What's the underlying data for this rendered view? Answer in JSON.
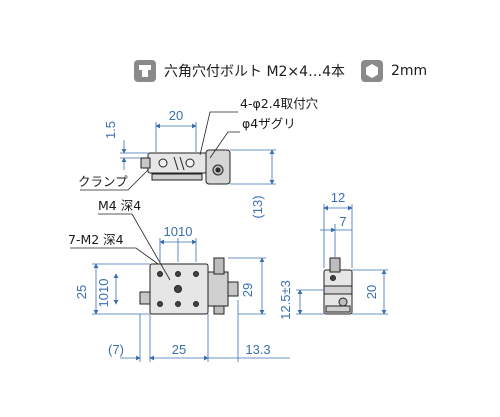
{
  "legend": {
    "bolt_icon": "hex-socket-bolt-icon",
    "bolt_text": "六角穴付ボルト M2×4…4本",
    "wrench_icon": "hex-wrench-icon",
    "wrench_text": "2mm"
  },
  "top_view": {
    "dim_width": "20",
    "dim_offset": "1.5",
    "dim_height": "(13)",
    "hole_note_line1": "4-φ2.4取付穴",
    "hole_note_line2": "φ4ザグリ",
    "clamp_label": "クランプ"
  },
  "front_view": {
    "tap_note_m4": "M4 深4",
    "tap_note_m2": "7-M2 深4",
    "dim_top_pitch": "1010",
    "dim_left_25": "25",
    "dim_left_1010": "1010",
    "dim_right_29": "29",
    "dim_bottom_7": "(7)",
    "dim_bottom_25": "25",
    "dim_bottom_13_3": "13.3"
  },
  "side_view": {
    "dim_top_12": "12",
    "dim_top_7": "7",
    "dim_left_12_5": "12.5±3",
    "dim_right_20": "20"
  }
}
